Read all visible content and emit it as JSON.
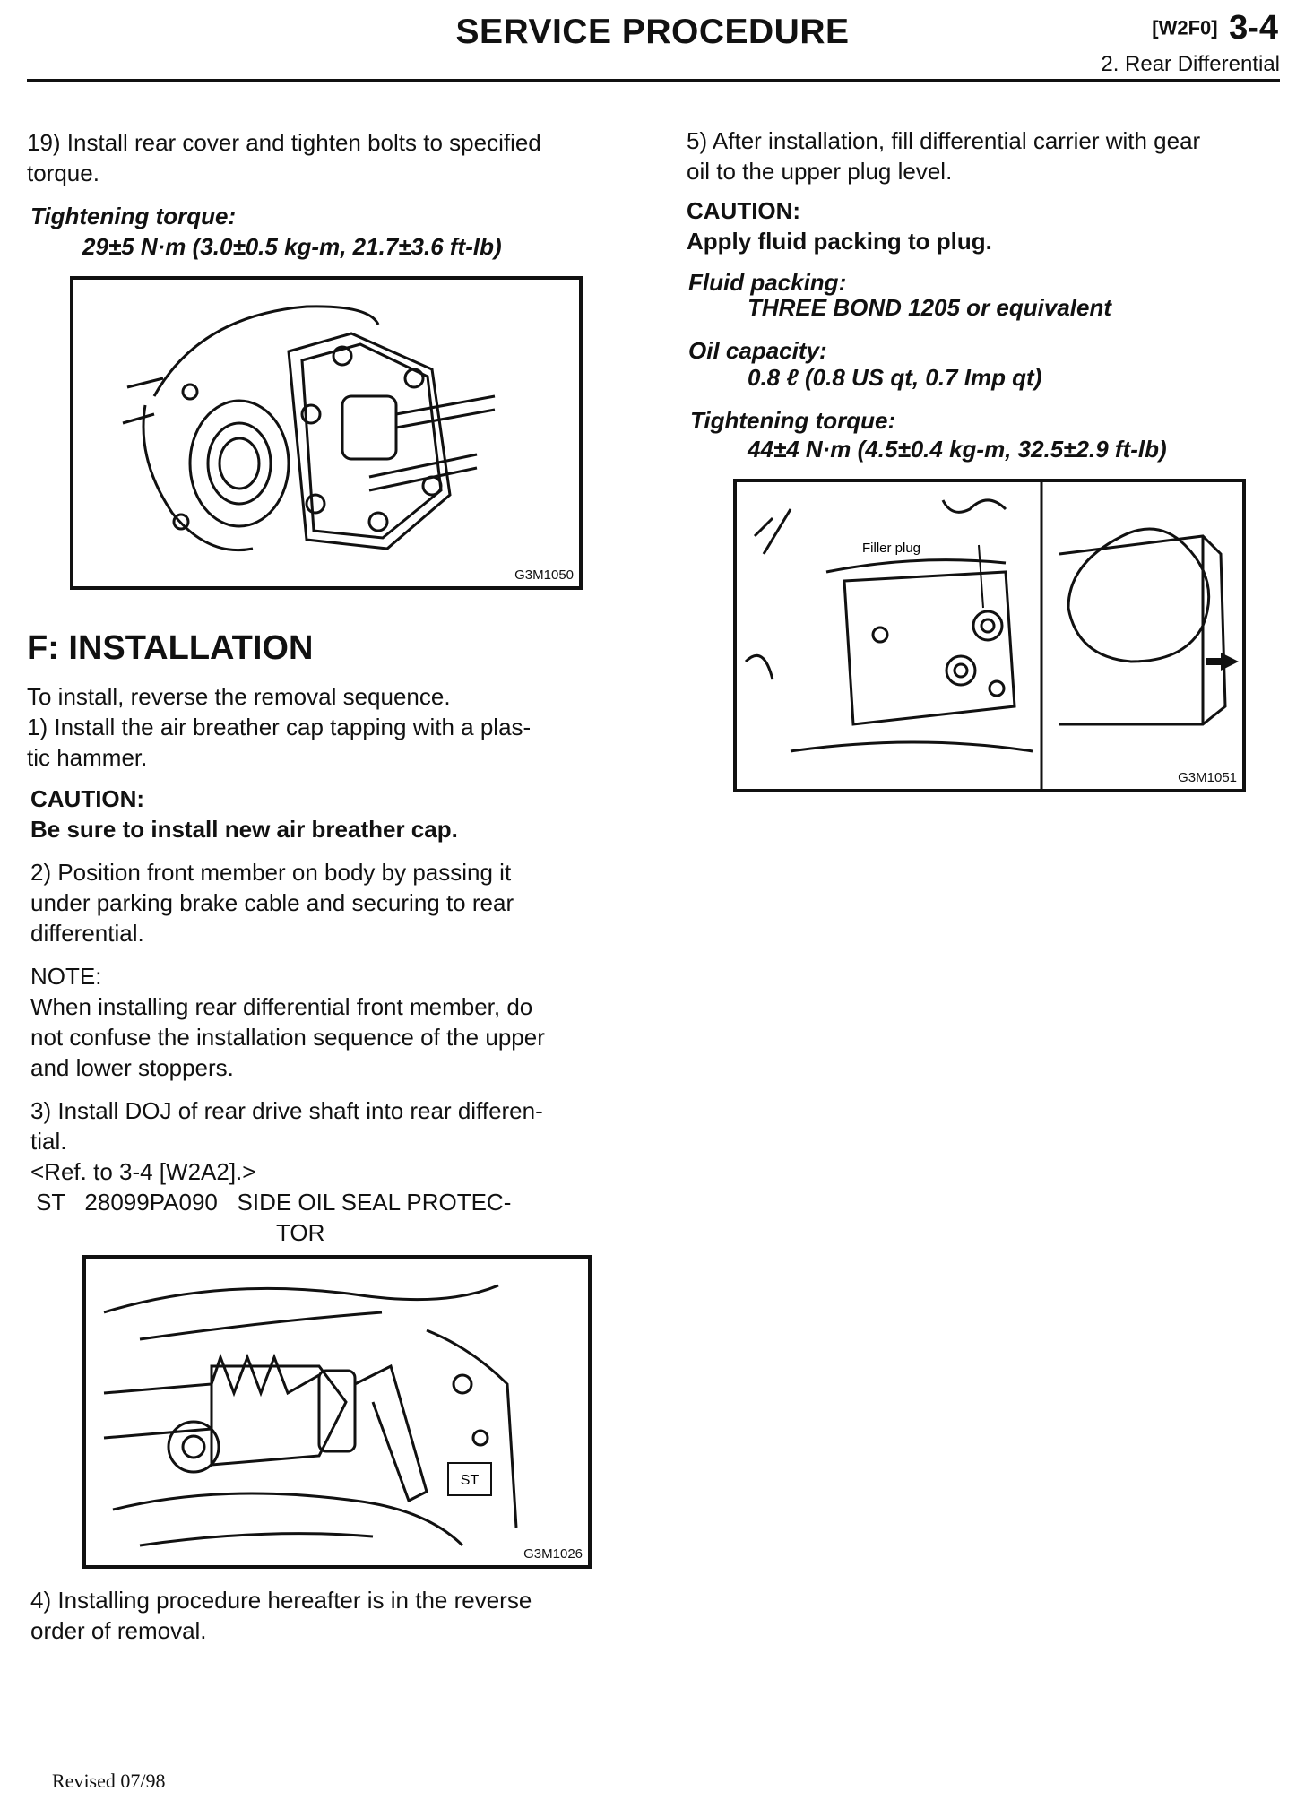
{
  "header": {
    "title": "SERVICE PROCEDURE",
    "code": "[W2F0]",
    "page_num": "3-4",
    "section": "2. Rear Differential"
  },
  "left": {
    "step19_line1": "19) Install rear cover and tighten bolts to specified",
    "step19_line2": "torque.",
    "torque_label": "Tightening torque:",
    "torque_value": "29±5 N·m (3.0±0.5 kg-m, 21.7±3.6 ft-lb)",
    "fig1_code": "G3M1050",
    "section_heading": "F: INSTALLATION",
    "intro": "To install, reverse the removal sequence.",
    "step1_line1": "1) Install the air breather cap tapping with a plas-",
    "step1_line2": "tic hammer.",
    "caution_label": "CAUTION:",
    "caution_text": "Be sure to install new air breather cap.",
    "step2_line1": "2) Position front member on body by passing it",
    "step2_line2": "under parking brake cable and securing to rear",
    "step2_line3": "differential.",
    "note_label": "NOTE:",
    "note_line1": "When installing rear differential front member, do",
    "note_line2": "not confuse the installation sequence of the upper",
    "note_line3": "and lower stoppers.",
    "step3_line1": "3) Install DOJ of rear drive shaft into rear differen-",
    "step3_line2": "tial.",
    "ref": "<Ref. to 3-4 [W2A2].>",
    "st_line1": "ST   28099PA090   SIDE OIL SEAL PROTEC-",
    "st_line2": "TOR",
    "fig2_code": "G3M1026",
    "fig2_label": "ST",
    "step4_line1": "4) Installing procedure hereafter is in the reverse",
    "step4_line2": "order of removal."
  },
  "right": {
    "step5_line1": "5) After installation, fill differential carrier with gear",
    "step5_line2": "oil to the upper plug level.",
    "caution_label": "CAUTION:",
    "caution_text": "Apply fluid packing to plug.",
    "fluid_label": "Fluid packing:",
    "fluid_value": "THREE BOND 1205 or equivalent",
    "oil_label": "Oil capacity:",
    "oil_value": "0.8 ℓ (0.8 US qt, 0.7 Imp qt)",
    "torque_label": "Tightening torque:",
    "torque_value": "44±4 N·m (4.5±0.4 kg-m, 32.5±2.9 ft-lb)",
    "fig3_code": "G3M1051",
    "fig3_label": "Filler plug"
  },
  "footer": {
    "revised": "Revised 07/98"
  }
}
